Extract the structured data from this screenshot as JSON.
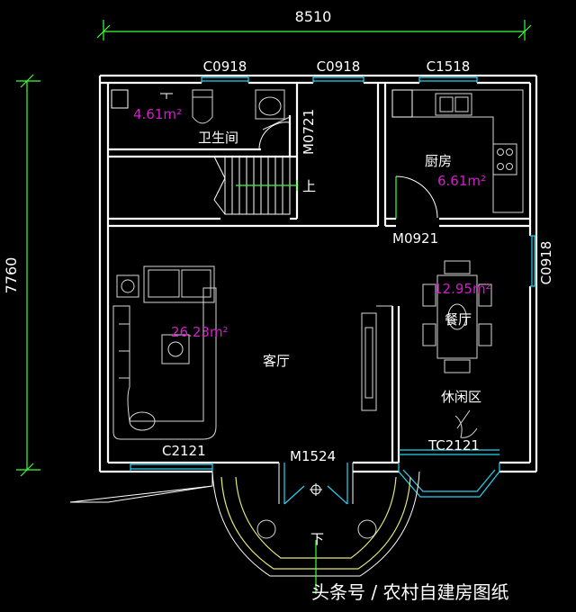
{
  "dimensions": {
    "width_total": "8510",
    "height_total": "7760"
  },
  "openings": {
    "c0918_top_left": "C0918",
    "c0918_top_mid": "C0918",
    "c1518_top": "C1518",
    "m0721": "M0721",
    "m0921": "M0921",
    "c0918_right": "C0918",
    "c2121": "C2121",
    "m1524": "M1524",
    "tc2121": "TC2121"
  },
  "rooms": {
    "bathroom": {
      "name": "卫生间",
      "area": "4.61m²"
    },
    "kitchen": {
      "name": "厨房",
      "area": "6.61m²"
    },
    "dining": {
      "name": "餐厅",
      "area": "12.95m²"
    },
    "living_area": "26.23m²",
    "living": "客厅",
    "leisure": "休闲区"
  },
  "stairs": {
    "up": "上",
    "down": "下"
  },
  "watermark": "头条号 / 农村自建房图纸",
  "colors": {
    "walls": "#ffffff",
    "windows": "#2bd2f0",
    "dimension": "#3cff3c",
    "area_text": "#d21ec8",
    "porch_arc": "#e6e678"
  }
}
